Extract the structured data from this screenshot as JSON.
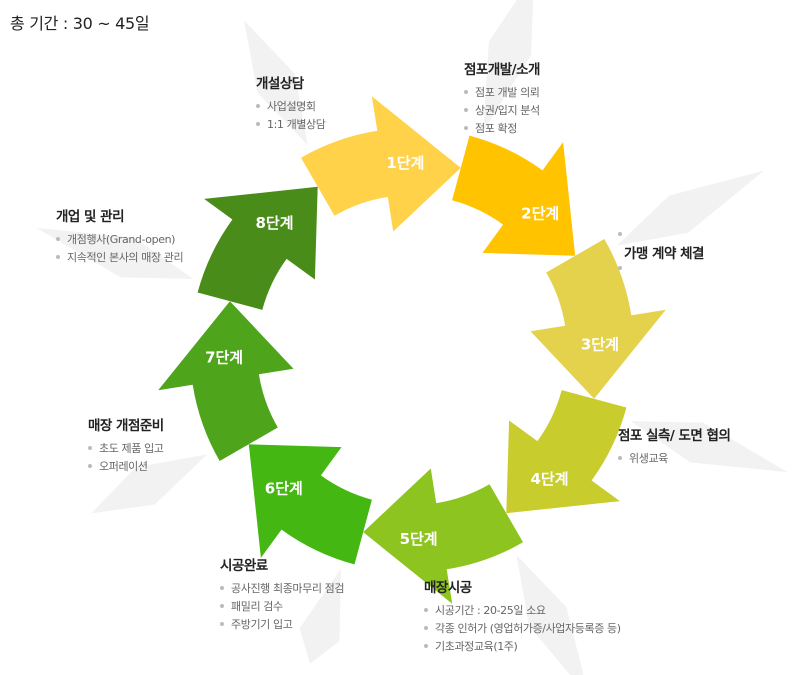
{
  "total_period": "총 기간 : 30 ~ 45일",
  "colors": {
    "stage1": "#ffd24a",
    "stage2": "#ffc300",
    "stage3": "#e5d24c",
    "stage4": "#c8cc2c",
    "stage5": "#8ec41f",
    "stage6": "#44b712",
    "stage7": "#4ea41b",
    "stage8": "#4a8c1a"
  },
  "stages": [
    {
      "label": "1단계"
    },
    {
      "label": "2단계"
    },
    {
      "label": "3단계"
    },
    {
      "label": "4단계"
    },
    {
      "label": "5단계"
    },
    {
      "label": "6단계"
    },
    {
      "label": "7단계"
    },
    {
      "label": "8단계"
    }
  ],
  "blocks": {
    "b1": {
      "title": "개설상담",
      "items": [
        "사업설명회",
        "1:1 개별상담"
      ]
    },
    "b2": {
      "title": "점포개발/소개",
      "items": [
        "점포 개발 의뢰",
        "상권/입지 분석",
        "점포 확정"
      ]
    },
    "b3": {
      "title": "가맹 계약 체결",
      "items": [
        "",
        ""
      ]
    },
    "b4": {
      "title": "점포 실측/ 도면 협의",
      "items": [
        "위생교육"
      ]
    },
    "b5": {
      "title": "매장시공",
      "items": [
        "시공기간 : 20-25일 소요",
        "각종 인허가 (영업허가증/사업자등록증 등)",
        "기초과정교육(1주)"
      ]
    },
    "b6": {
      "title": "시공완료",
      "items": [
        "공사진행 최종마무리 점검",
        "패밀리 검수",
        "주방기기 입고"
      ]
    },
    "b7": {
      "title": "매장 개점준비",
      "items": [
        "초도 제품 입고",
        "오퍼레이션"
      ]
    },
    "b8": {
      "title": "개업 및 관리",
      "items": [
        "개점행사(Grand-open)",
        "지속적인 본사의 매장 관리"
      ]
    }
  }
}
